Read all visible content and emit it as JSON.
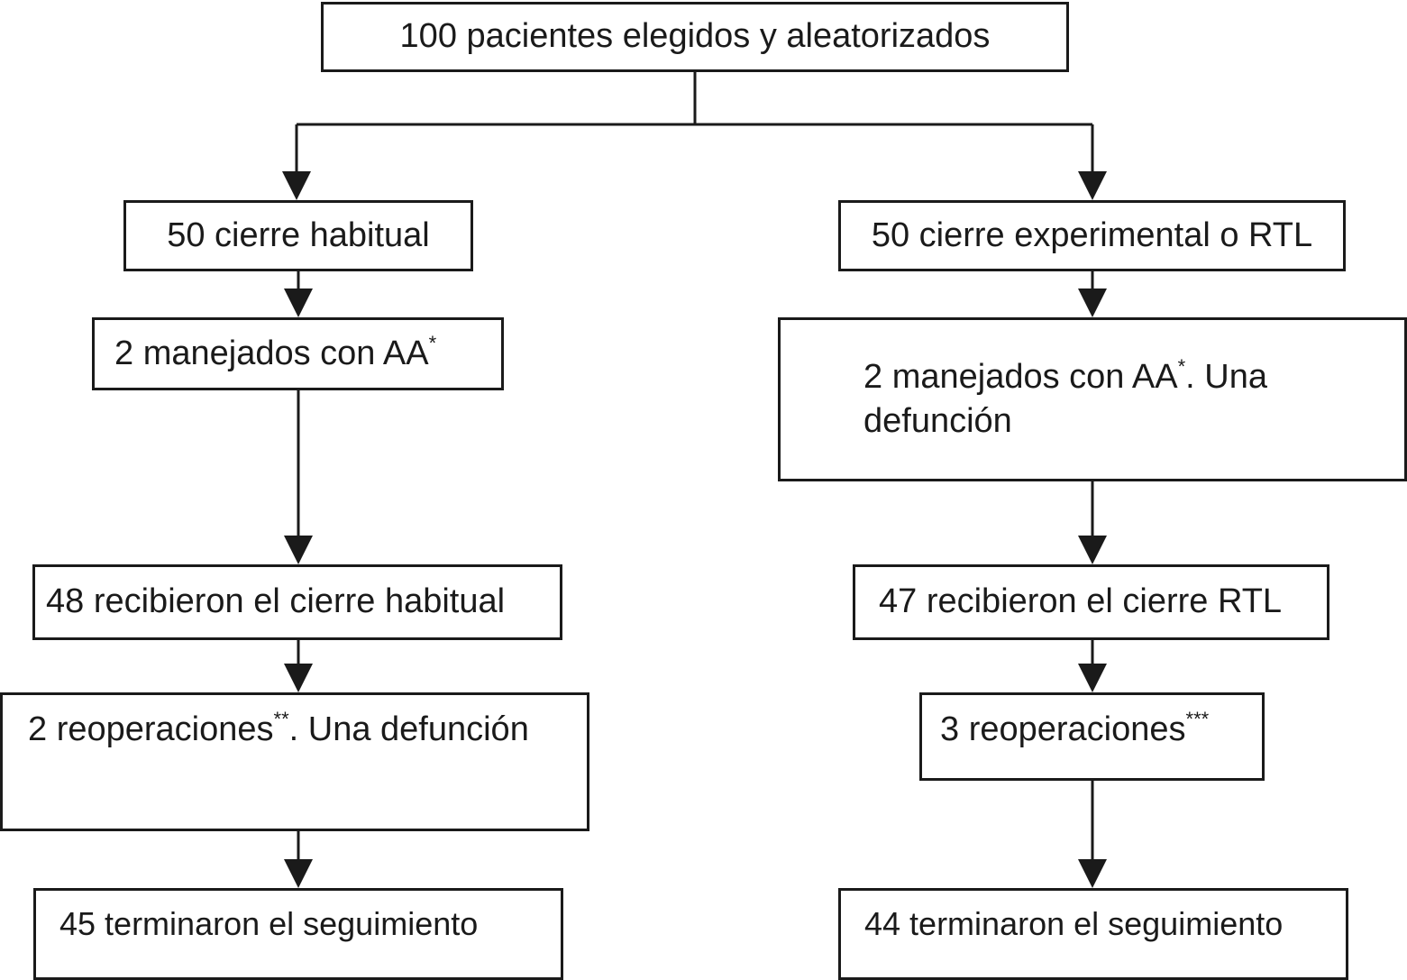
{
  "flowchart": {
    "top": {
      "text": "100 pacientes elegidos y aleatorizados"
    },
    "left": {
      "step1": {
        "text": "50 cierre habitual"
      },
      "step2": {
        "text": "2  manejados con AA",
        "mark": "*"
      },
      "step3": {
        "text": "48 recibieron el cierre habitual"
      },
      "step4": {
        "text_before": "2 reoperaciones",
        "mark": "**",
        "text_after": ". Una defunción"
      },
      "step5": {
        "text": "45 terminaron el seguimiento"
      }
    },
    "right": {
      "step1": {
        "text": "50 cierre experimental o RTL"
      },
      "step2": {
        "text_before": "2 manejados con AA",
        "mark": "*",
        "text_after": ". Una defunción"
      },
      "step3": {
        "text": "47 recibieron el cierre RTL"
      },
      "step4": {
        "text": "3 reoperaciones",
        "mark": "***"
      },
      "step5": {
        "text": "44 terminaron el seguimiento"
      }
    }
  },
  "colors": {
    "stroke": "#1a1a1a",
    "background": "#ffffff"
  }
}
